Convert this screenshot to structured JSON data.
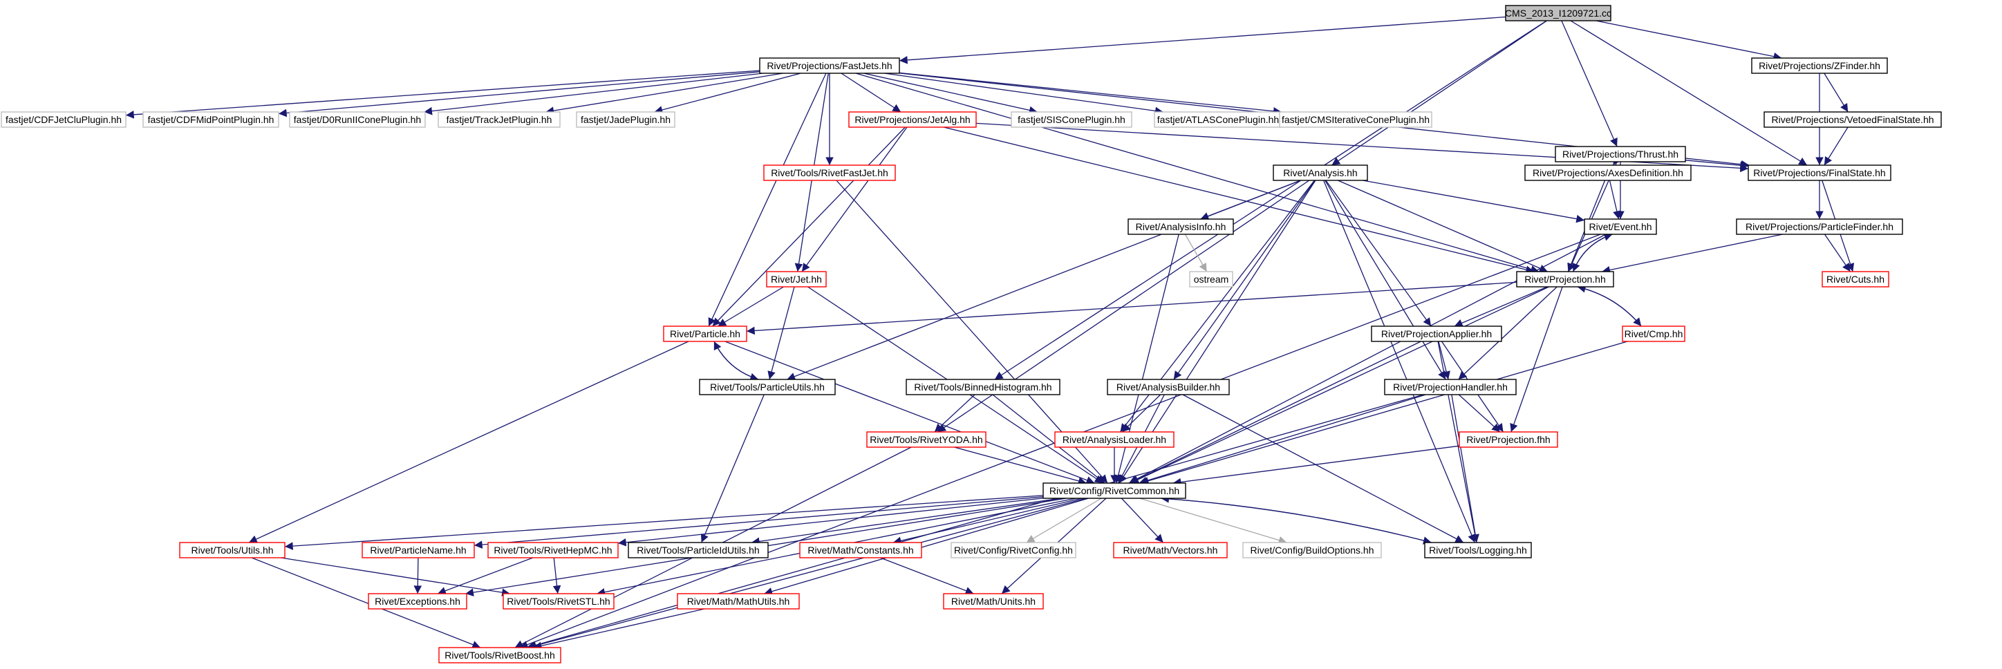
{
  "colors": {
    "edge": "#191970",
    "edge_light": "#a9a9a9",
    "border_normal": "#000000",
    "border_red": "#ff0000",
    "border_gray": "#bfbfbf",
    "root_fill": "#bfbfbf",
    "fill": "#ffffff"
  },
  "nodes": [
    {
      "id": "cms",
      "label": "CMS_2013_I1209721.cc",
      "style": "root"
    },
    {
      "id": "fastjets",
      "label": "Rivet/Projections/FastJets.hh",
      "style": "normal"
    },
    {
      "id": "zfinder",
      "label": "Rivet/Projections/ZFinder.hh",
      "style": "normal"
    },
    {
      "id": "cdfjetclu",
      "label": "fastjet/CDFJetCluPlugin.hh",
      "style": "gray"
    },
    {
      "id": "cdfmid",
      "label": "fastjet/CDFMidPointPlugin.hh",
      "style": "gray"
    },
    {
      "id": "d0run",
      "label": "fastjet/D0RunIIConePlugin.hh",
      "style": "gray"
    },
    {
      "id": "trackjet",
      "label": "fastjet/TrackJetPlugin.hh",
      "style": "gray"
    },
    {
      "id": "jade",
      "label": "fastjet/JadePlugin.hh",
      "style": "gray"
    },
    {
      "id": "jetalg",
      "label": "Rivet/Projections/JetAlg.hh",
      "style": "red"
    },
    {
      "id": "siscone",
      "label": "fastjet/SISConePlugin.hh",
      "style": "gray"
    },
    {
      "id": "atlascone",
      "label": "fastjet/ATLASConePlugin.hh",
      "style": "gray"
    },
    {
      "id": "cmscone",
      "label": "fastjet/CMSIterativeConePlugin.hh",
      "style": "gray"
    },
    {
      "id": "thrust",
      "label": "Rivet/Projections/Thrust.hh",
      "style": "normal"
    },
    {
      "id": "vetoed",
      "label": "Rivet/Projections/VetoedFinalState.hh",
      "style": "normal"
    },
    {
      "id": "rivetfastjet",
      "label": "Rivet/Tools/RivetFastJet.hh",
      "style": "red"
    },
    {
      "id": "analysis",
      "label": "Rivet/Analysis.hh",
      "style": "normal"
    },
    {
      "id": "axesdef",
      "label": "Rivet/Projections/AxesDefinition.hh",
      "style": "normal"
    },
    {
      "id": "finalstate",
      "label": "Rivet/Projections/FinalState.hh",
      "style": "normal"
    },
    {
      "id": "analysisinfo",
      "label": "Rivet/AnalysisInfo.hh",
      "style": "normal"
    },
    {
      "id": "event",
      "label": "Rivet/Event.hh",
      "style": "normal"
    },
    {
      "id": "particlefinder",
      "label": "Rivet/Projections/ParticleFinder.hh",
      "style": "normal"
    },
    {
      "id": "ostream",
      "label": "ostream",
      "style": "gray"
    },
    {
      "id": "cuts",
      "label": "Rivet/Cuts.hh",
      "style": "red"
    },
    {
      "id": "jet",
      "label": "Rivet/Jet.hh",
      "style": "red"
    },
    {
      "id": "projection",
      "label": "Rivet/Projection.hh",
      "style": "normal"
    },
    {
      "id": "particle",
      "label": "Rivet/Particle.hh",
      "style": "red"
    },
    {
      "id": "projapplier",
      "label": "Rivet/ProjectionApplier.hh",
      "style": "normal"
    },
    {
      "id": "cmp",
      "label": "Rivet/Cmp.hh",
      "style": "red"
    },
    {
      "id": "particleutils",
      "label": "Rivet/Tools/ParticleUtils.hh",
      "style": "normal"
    },
    {
      "id": "binnedhisto",
      "label": "Rivet/Tools/BinnedHistogram.hh",
      "style": "normal"
    },
    {
      "id": "analysisbuilder",
      "label": "Rivet/AnalysisBuilder.hh",
      "style": "normal"
    },
    {
      "id": "projhandler",
      "label": "Rivet/ProjectionHandler.hh",
      "style": "normal"
    },
    {
      "id": "rivetyoda",
      "label": "Rivet/Tools/RivetYODA.hh",
      "style": "red"
    },
    {
      "id": "analysisloader",
      "label": "Rivet/AnalysisLoader.hh",
      "style": "red"
    },
    {
      "id": "projfhh",
      "label": "Rivet/Projection.fhh",
      "style": "red"
    },
    {
      "id": "rivetcommon",
      "label": "Rivet/Config/RivetCommon.hh",
      "style": "normal"
    },
    {
      "id": "utils",
      "label": "Rivet/Tools/Utils.hh",
      "style": "red"
    },
    {
      "id": "particlename",
      "label": "Rivet/ParticleName.hh",
      "style": "red"
    },
    {
      "id": "rivethepmc",
      "label": "Rivet/Tools/RivetHepMC.hh",
      "style": "red"
    },
    {
      "id": "particleidutils",
      "label": "Rivet/Tools/ParticleIdUtils.hh",
      "style": "normal"
    },
    {
      "id": "constants",
      "label": "Rivet/Math/Constants.hh",
      "style": "red"
    },
    {
      "id": "rivetconfig",
      "label": "Rivet/Config/RivetConfig.hh",
      "style": "gray"
    },
    {
      "id": "vectors",
      "label": "Rivet/Math/Vectors.hh",
      "style": "red"
    },
    {
      "id": "buildoptions",
      "label": "Rivet/Config/BuildOptions.hh",
      "style": "gray"
    },
    {
      "id": "logging",
      "label": "Rivet/Tools/Logging.hh",
      "style": "normal"
    },
    {
      "id": "exceptions",
      "label": "Rivet/Exceptions.hh",
      "style": "red"
    },
    {
      "id": "rivetstl",
      "label": "Rivet/Tools/RivetSTL.hh",
      "style": "red"
    },
    {
      "id": "mathutils",
      "label": "Rivet/Math/MathUtils.hh",
      "style": "red"
    },
    {
      "id": "units",
      "label": "Rivet/Math/Units.hh",
      "style": "red"
    },
    {
      "id": "rivetboost",
      "label": "Rivet/Tools/RivetBoost.hh",
      "style": "red"
    }
  ],
  "edges": [
    [
      "cms",
      "fastjets"
    ],
    [
      "cms",
      "zfinder"
    ],
    [
      "cms",
      "thrust"
    ],
    [
      "cms",
      "analysis"
    ],
    [
      "cms",
      "finalstate"
    ],
    [
      "cms",
      "binnedhisto"
    ],
    [
      "fastjets",
      "cdfjetclu"
    ],
    [
      "fastjets",
      "cdfmid"
    ],
    [
      "fastjets",
      "d0run"
    ],
    [
      "fastjets",
      "trackjet"
    ],
    [
      "fastjets",
      "jade"
    ],
    [
      "fastjets",
      "jetalg"
    ],
    [
      "fastjets",
      "siscone"
    ],
    [
      "fastjets",
      "atlascone"
    ],
    [
      "fastjets",
      "cmscone"
    ],
    [
      "fastjets",
      "rivetfastjet"
    ],
    [
      "fastjets",
      "finalstate"
    ],
    [
      "fastjets",
      "projection"
    ],
    [
      "fastjets",
      "jet"
    ],
    [
      "fastjets",
      "particle"
    ],
    [
      "zfinder",
      "vetoed"
    ],
    [
      "zfinder",
      "finalstate"
    ],
    [
      "vetoed",
      "finalstate"
    ],
    [
      "jetalg",
      "jet"
    ],
    [
      "jetalg",
      "particle"
    ],
    [
      "jetalg",
      "projection"
    ],
    [
      "jetalg",
      "finalstate"
    ],
    [
      "rivetfastjet",
      "rivetcommon"
    ],
    [
      "thrust",
      "axesdef"
    ],
    [
      "thrust",
      "finalstate"
    ],
    [
      "thrust",
      "projection"
    ],
    [
      "thrust",
      "event"
    ],
    [
      "axesdef",
      "projection"
    ],
    [
      "axesdef",
      "event"
    ],
    [
      "finalstate",
      "particlefinder"
    ],
    [
      "finalstate",
      "cuts"
    ],
    [
      "particlefinder",
      "projection"
    ],
    [
      "particlefinder",
      "cuts"
    ],
    [
      "analysis",
      "analysisinfo"
    ],
    [
      "analysis",
      "event"
    ],
    [
      "analysis",
      "projection"
    ],
    [
      "analysis",
      "projapplier"
    ],
    [
      "analysis",
      "projhandler"
    ],
    [
      "analysis",
      "analysisbuilder"
    ],
    [
      "analysis",
      "analysisloader"
    ],
    [
      "analysis",
      "rivetyoda"
    ],
    [
      "analysis",
      "particleutils"
    ],
    [
      "analysis",
      "rivetcommon"
    ],
    [
      "analysis",
      "logging"
    ],
    [
      "analysisinfo",
      "ostream"
    ],
    [
      "analysisinfo",
      "rivetcommon"
    ],
    [
      "event",
      "projection"
    ],
    [
      "event",
      "rivetcommon"
    ],
    [
      "event",
      "rivetboost"
    ],
    [
      "projection",
      "event"
    ],
    [
      "projection",
      "particle"
    ],
    [
      "projection",
      "projapplier"
    ],
    [
      "projection",
      "projhandler"
    ],
    [
      "projection",
      "cmp"
    ],
    [
      "projection",
      "projfhh"
    ],
    [
      "projection",
      "rivetcommon"
    ],
    [
      "cmp",
      "projection"
    ],
    [
      "cmp",
      "rivetcommon"
    ],
    [
      "jet",
      "particle"
    ],
    [
      "jet",
      "particleutils"
    ],
    [
      "jet",
      "rivetcommon"
    ],
    [
      "particle",
      "particleutils"
    ],
    [
      "particle",
      "rivetcommon"
    ],
    [
      "particle",
      "utils"
    ],
    [
      "particleutils",
      "particle"
    ],
    [
      "particleutils",
      "particleidutils"
    ],
    [
      "projapplier",
      "projhandler"
    ],
    [
      "projapplier",
      "projfhh"
    ],
    [
      "projapplier",
      "rivetcommon"
    ],
    [
      "projapplier",
      "logging"
    ],
    [
      "projhandler",
      "projfhh"
    ],
    [
      "projhandler",
      "rivetcommon"
    ],
    [
      "projhandler",
      "logging"
    ],
    [
      "projhandler",
      "rivetboost"
    ],
    [
      "binnedhisto",
      "rivetyoda"
    ],
    [
      "binnedhisto",
      "rivetcommon"
    ],
    [
      "analysisbuilder",
      "analysisloader"
    ],
    [
      "analysisbuilder",
      "rivetcommon"
    ],
    [
      "analysisbuilder",
      "logging"
    ],
    [
      "analysisloader",
      "rivetcommon"
    ],
    [
      "rivetyoda",
      "rivetcommon"
    ],
    [
      "rivetyoda",
      "rivetboost"
    ],
    [
      "projfhh",
      "rivetcommon"
    ],
    [
      "rivetcommon",
      "utils"
    ],
    [
      "rivetcommon",
      "particlename"
    ],
    [
      "rivetcommon",
      "rivethepmc"
    ],
    [
      "rivetcommon",
      "particleidutils"
    ],
    [
      "rivetcommon",
      "constants"
    ],
    [
      "rivetcommon",
      "rivetconfig"
    ],
    [
      "rivetcommon",
      "vectors"
    ],
    [
      "rivetcommon",
      "buildoptions"
    ],
    [
      "rivetcommon",
      "logging"
    ],
    [
      "rivetcommon",
      "exceptions"
    ],
    [
      "rivetcommon",
      "rivetstl"
    ],
    [
      "rivetcommon",
      "mathutils"
    ],
    [
      "rivetcommon",
      "units"
    ],
    [
      "rivetcommon",
      "rivetboost"
    ],
    [
      "logging",
      "rivetcommon"
    ],
    [
      "utils",
      "rivetstl"
    ],
    [
      "utils",
      "rivetboost"
    ],
    [
      "particlename",
      "exceptions"
    ],
    [
      "rivethepmc",
      "exceptions"
    ],
    [
      "rivethepmc",
      "rivetstl"
    ],
    [
      "constants",
      "units"
    ],
    [
      "mathutils",
      "rivetboost"
    ]
  ]
}
